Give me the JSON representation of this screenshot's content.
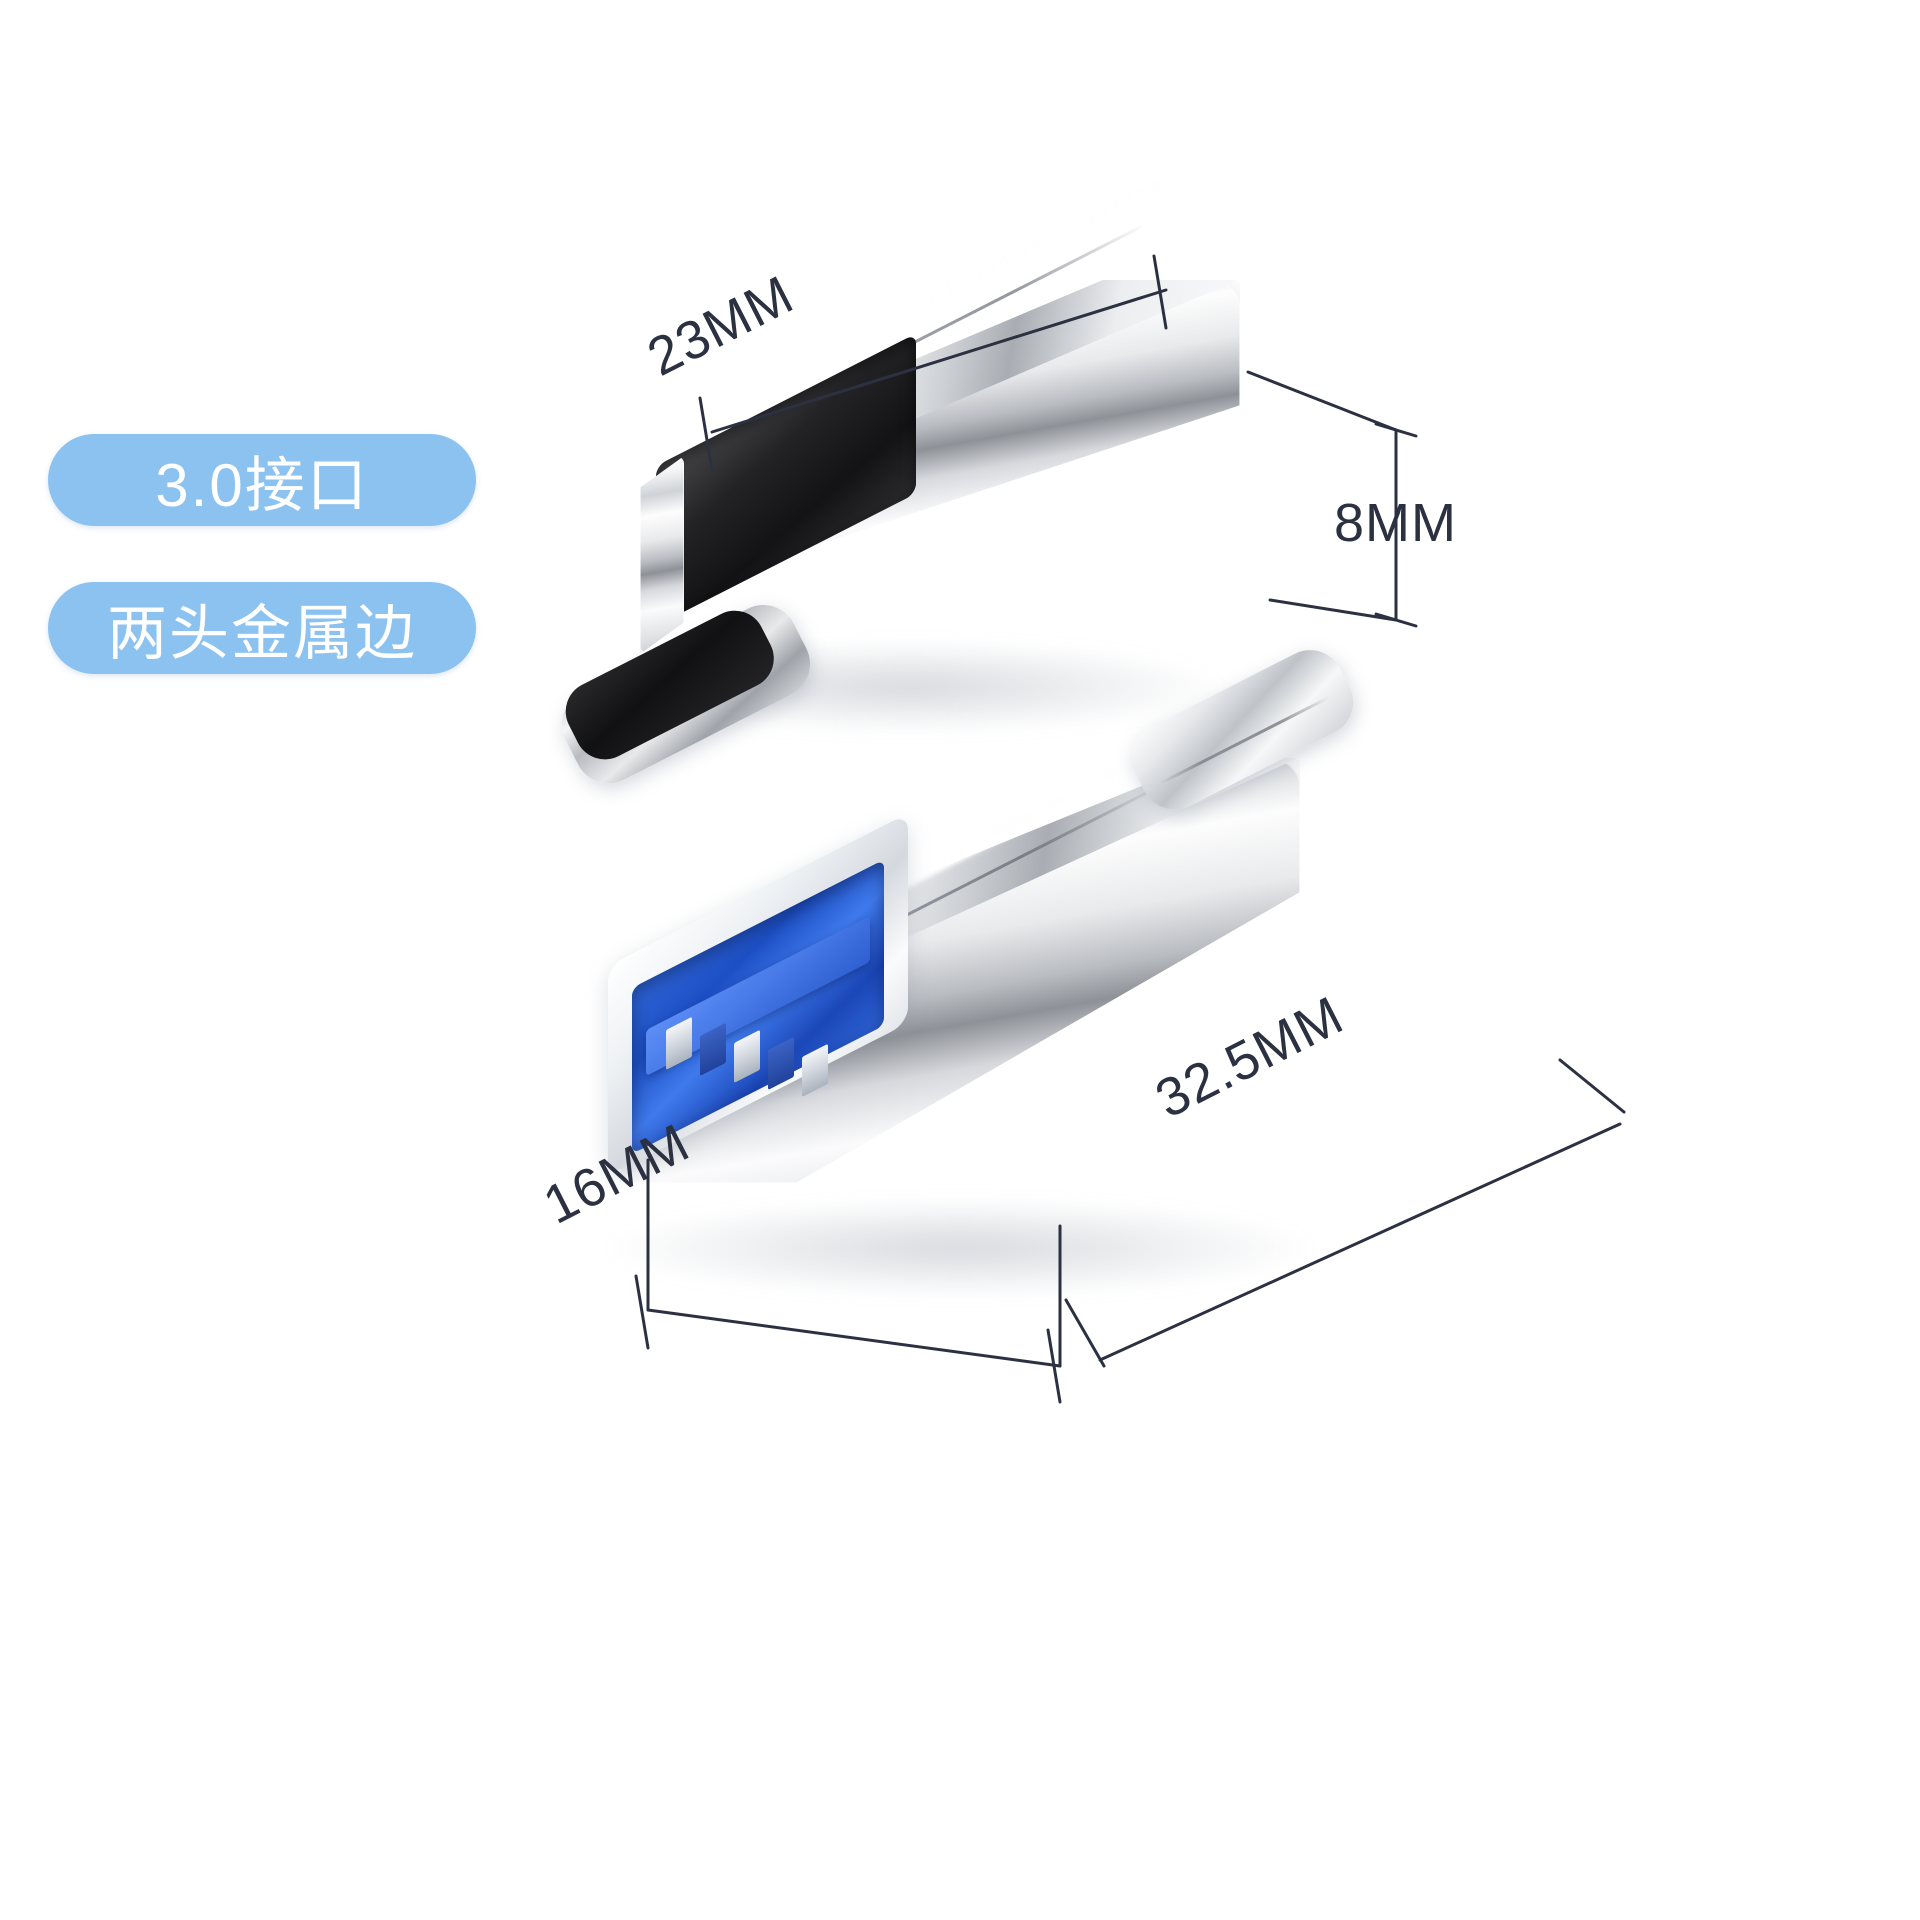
{
  "product": {
    "name": "USB-C to USB 3.0 OTG adapter",
    "background_color": "#ffffff"
  },
  "badges": {
    "accent_color": "#8cc2f0",
    "text_color": "#ffffff",
    "items": [
      {
        "id": "badge-0",
        "label": "3.0接口"
      },
      {
        "id": "badge-1",
        "label": "两头金属边"
      }
    ]
  },
  "dimensions": {
    "line_color": "#2c3142",
    "text_color": "#2c3142",
    "items": [
      {
        "id": "dim-23mm",
        "label": "23MM",
        "value": 23,
        "unit": "MM",
        "describes": "top-unit-body-length"
      },
      {
        "id": "dim-8mm",
        "label": "8MM",
        "value": 8,
        "unit": "MM",
        "describes": "top-unit-body-height"
      },
      {
        "id": "dim-325mm",
        "label": "32.5MM",
        "value": 32.5,
        "unit": "MM",
        "describes": "bottom-unit-overall-length"
      },
      {
        "id": "dim-16mm",
        "label": "16MM",
        "value": 16,
        "unit": "MM",
        "describes": "bottom-unit-port-width"
      }
    ]
  },
  "views": [
    {
      "id": "device-top",
      "name": "top-view-usb-c-plug-with-usb-a-socket",
      "connectors": [
        "usb-c-male",
        "usb-a-female"
      ],
      "port_color": "#1d1d20",
      "body_color": "#d7dadd"
    },
    {
      "id": "device-bottom",
      "name": "bottom-view-usb-a-socket-with-usb-c-plug",
      "connectors": [
        "usb-a-female-blue",
        "usb-c-male"
      ],
      "port_color": "#2559cf",
      "body_color": "#d7dadd"
    }
  ]
}
